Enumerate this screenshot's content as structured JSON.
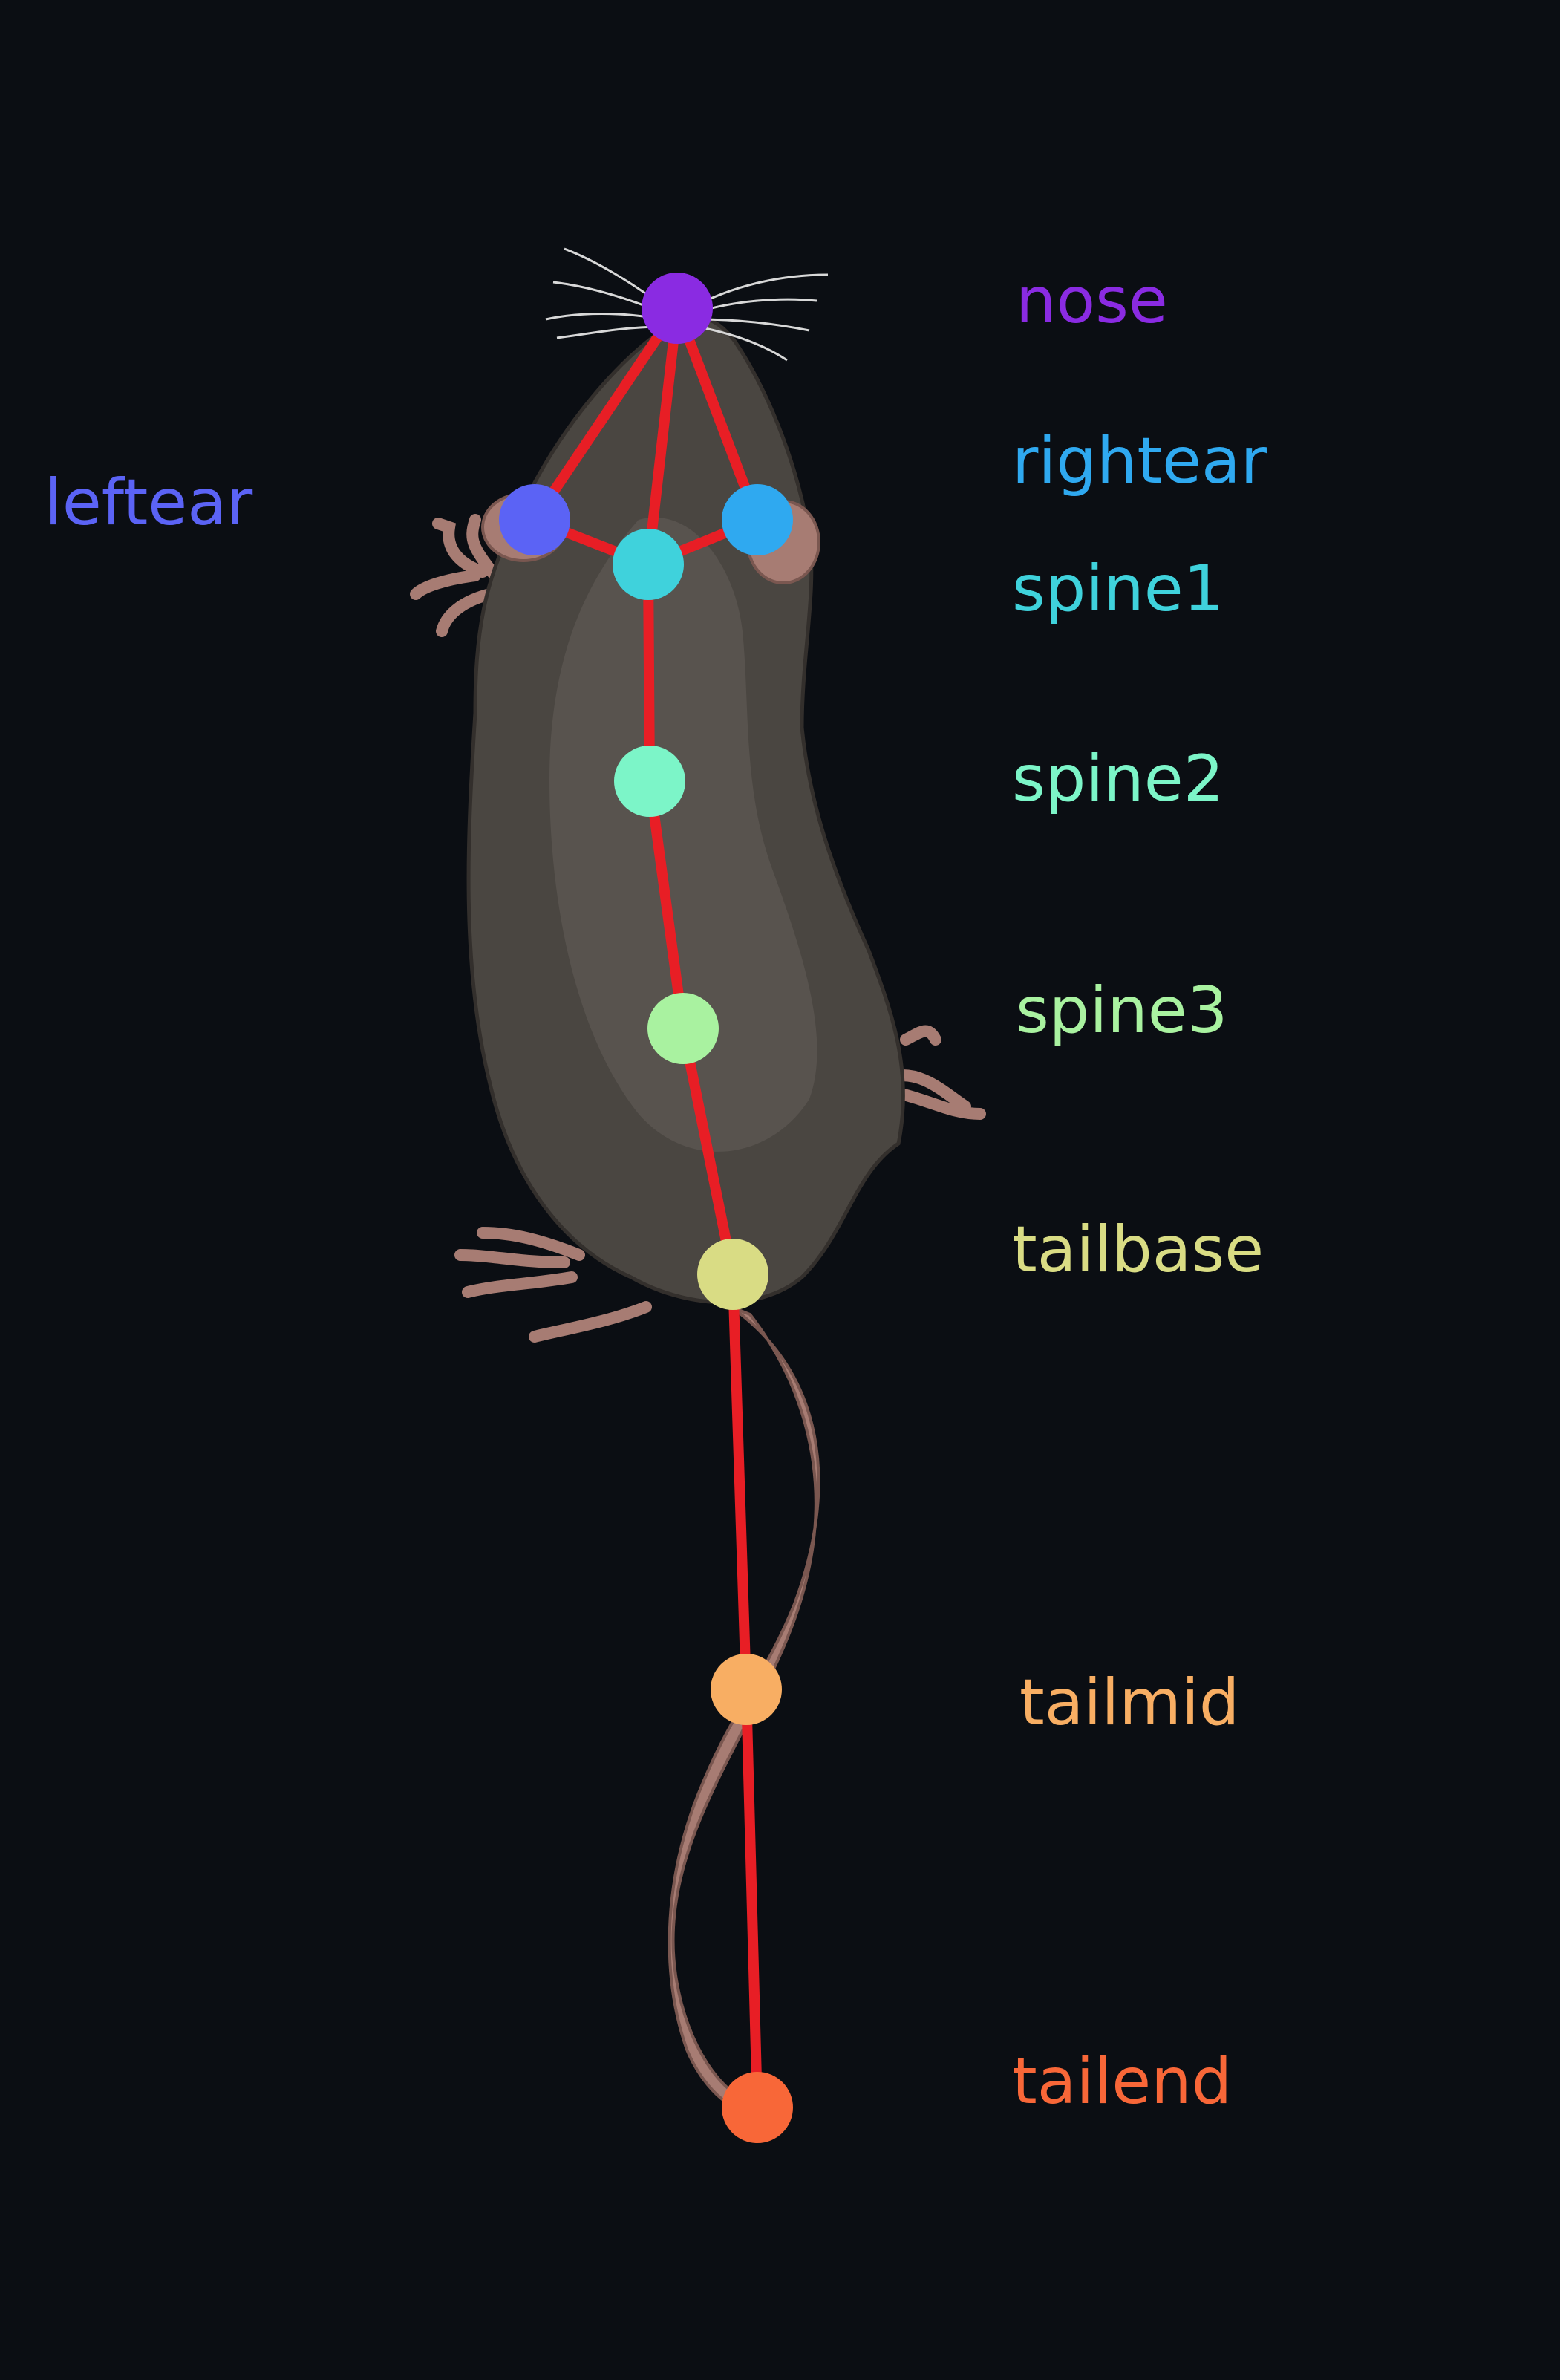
{
  "colors": {
    "background": "#0b0e13",
    "skeleton": "#e81e25",
    "mouse_body": "#4a4641",
    "mouse_body_light": "#58534e",
    "mouse_skin": "#a77c73"
  },
  "keypoints": [
    {
      "id": "nose",
      "label": "nose",
      "color": "#8a2be2"
    },
    {
      "id": "leftear",
      "label": "leftear",
      "color": "#5b63f5"
    },
    {
      "id": "rightear",
      "label": "rightear",
      "color": "#2fa9f0"
    },
    {
      "id": "spine1",
      "label": "spine1",
      "color": "#3fd2dc"
    },
    {
      "id": "spine2",
      "label": "spine2",
      "color": "#7cf5c8"
    },
    {
      "id": "spine3",
      "label": "spine3",
      "color": "#a9f2a0"
    },
    {
      "id": "tailbase",
      "label": "tailbase",
      "color": "#d9dc84"
    },
    {
      "id": "tailmid",
      "label": "tailmid",
      "color": "#f8ae63"
    },
    {
      "id": "tailend",
      "label": "tailend",
      "color": "#f86738"
    }
  ],
  "skeleton_edges": [
    [
      "nose",
      "leftear"
    ],
    [
      "nose",
      "rightear"
    ],
    [
      "nose",
      "spine1"
    ],
    [
      "leftear",
      "spine1"
    ],
    [
      "rightear",
      "spine1"
    ],
    [
      "spine1",
      "spine2"
    ],
    [
      "spine2",
      "spine3"
    ],
    [
      "spine3",
      "tailbase"
    ],
    [
      "tailbase",
      "tailmid"
    ],
    [
      "tailmid",
      "tailend"
    ]
  ]
}
